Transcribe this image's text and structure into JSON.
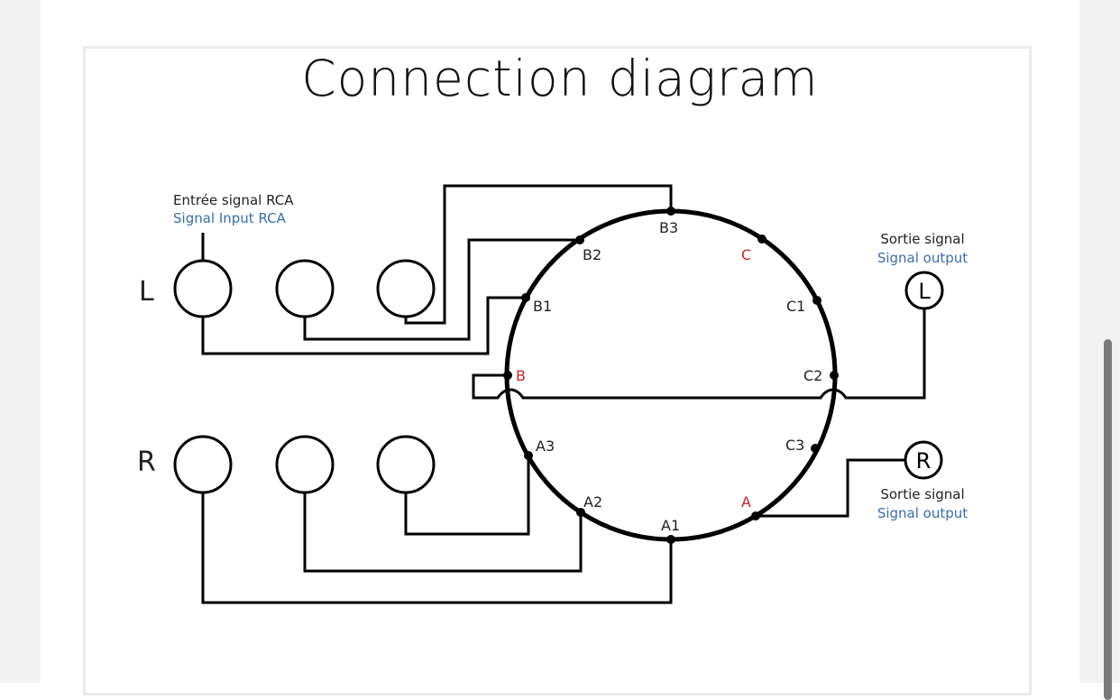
{
  "page": {
    "title": "Connection diagram"
  },
  "colors": {
    "line": "#000000",
    "phase_label": "#c0272d",
    "english_label": "#3a6ea5",
    "french_label": "#222222"
  },
  "inputs": {
    "label_fr": "Entrée signal RCA",
    "label_en": "Signal Input RCA",
    "left_channel": "L",
    "right_channel": "R"
  },
  "outputs": {
    "left": {
      "symbol": "L",
      "label_fr": "Sortie signal",
      "label_en": "Signal output"
    },
    "right": {
      "symbol": "R",
      "label_fr": "Sortie signal",
      "label_en": "Signal output"
    }
  },
  "nodes": [
    {
      "id": "B3",
      "label": "B3",
      "phase": false
    },
    {
      "id": "B2",
      "label": "B2",
      "phase": false
    },
    {
      "id": "B1",
      "label": "B1",
      "phase": false
    },
    {
      "id": "B",
      "label": "B",
      "phase": true
    },
    {
      "id": "A3",
      "label": "A3",
      "phase": false
    },
    {
      "id": "A2",
      "label": "A2",
      "phase": false
    },
    {
      "id": "A1",
      "label": "A1",
      "phase": false
    },
    {
      "id": "A",
      "label": "A",
      "phase": true
    },
    {
      "id": "C3",
      "label": "C3",
      "phase": false
    },
    {
      "id": "C2",
      "label": "C2",
      "phase": false
    },
    {
      "id": "C1",
      "label": "C1",
      "phase": false
    },
    {
      "id": "C",
      "label": "C",
      "phase": true
    }
  ],
  "connections": [
    {
      "from": "L input jack 1",
      "to": "B1"
    },
    {
      "from": "L input jack 2",
      "to": "B2"
    },
    {
      "from": "L input jack 3",
      "to": "B3"
    },
    {
      "from": "R input jack 1",
      "to": "A1"
    },
    {
      "from": "R input jack 2",
      "to": "A2"
    },
    {
      "from": "R input jack 3",
      "to": "A3"
    },
    {
      "from": "B",
      "to": "L output"
    },
    {
      "from": "A",
      "to": "R output"
    }
  ]
}
